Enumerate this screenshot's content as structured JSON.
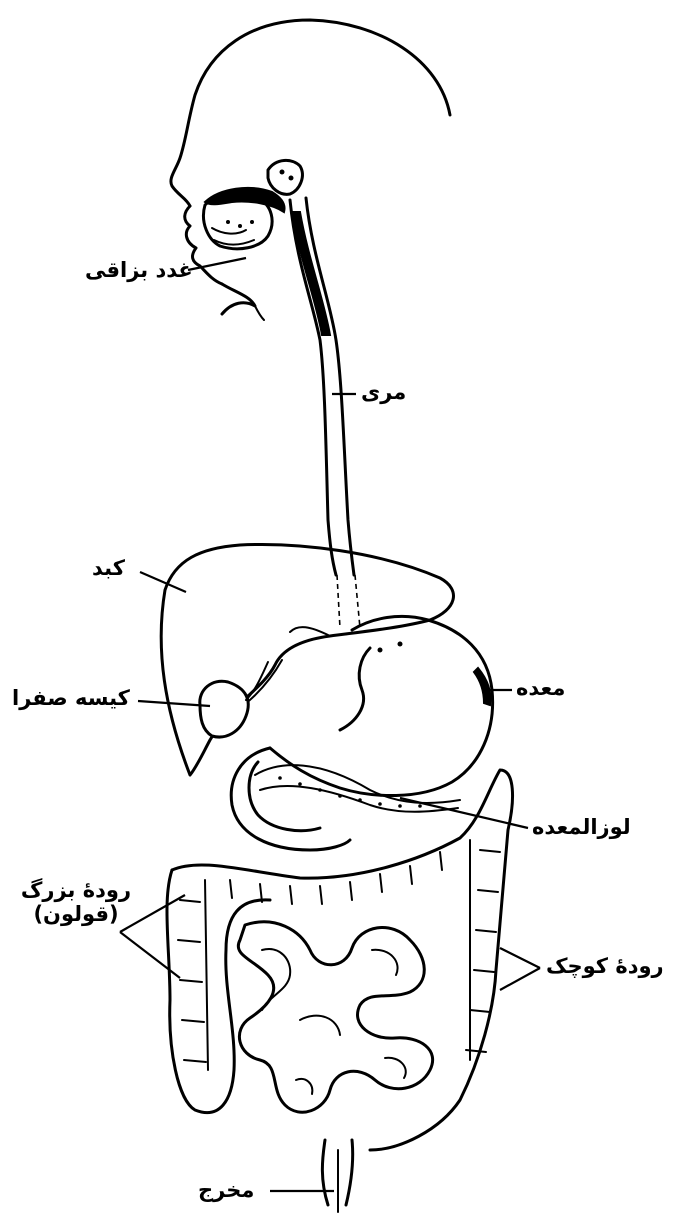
{
  "labels": {
    "salivary_glands": "غدد بزاقی",
    "esophagus": "مری",
    "liver": "کبد",
    "gallbladder": "کیسه صفرا",
    "stomach": "معده",
    "pancreas": "لوزالمعده",
    "large_intestine_line1": "رودهٔ بزرگ",
    "large_intestine_line2": "(قولون)",
    "small_intestine": "رودهٔ کوچک",
    "anus": "مخرج"
  },
  "colors": {
    "ink": "#000000",
    "background": "#ffffff"
  }
}
